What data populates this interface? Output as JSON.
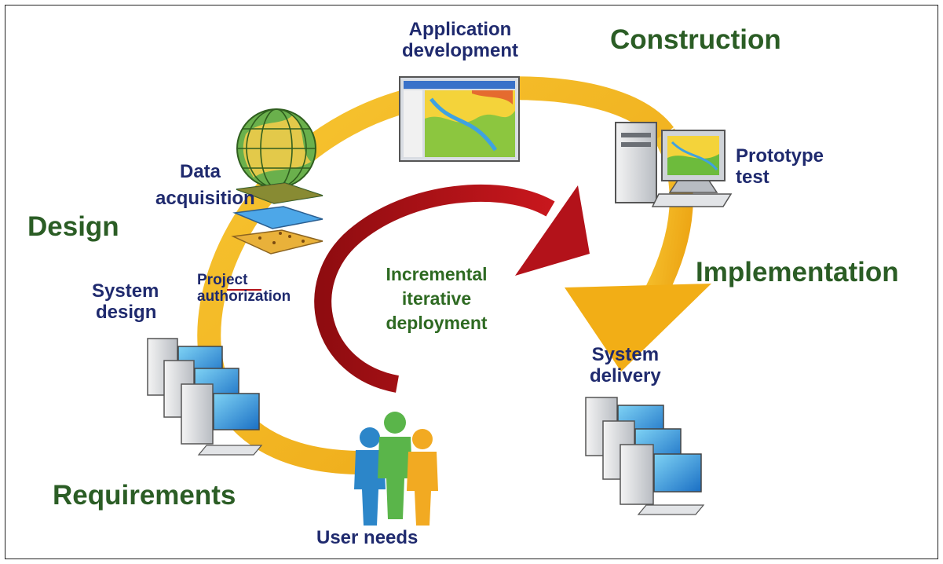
{
  "colors": {
    "phase_text": "#2b5d25",
    "task_text": "#1f2a6e",
    "cycle_arrow": "#f3b21b",
    "iteration_arrow": "#b3121a",
    "center_text": "#2e6a22"
  },
  "phases": {
    "construction": "Construction",
    "design": "Design",
    "implementation": "Implementation",
    "requirements": "Requirements"
  },
  "tasks": {
    "application_development": [
      "Application",
      "development"
    ],
    "prototype_test": [
      "Prototype",
      "test"
    ],
    "data_acquisition": [
      "Data",
      "acquisition"
    ],
    "project_authorization": [
      "Project",
      "authorization"
    ],
    "system_design": [
      "System",
      "design"
    ],
    "system_delivery": [
      "System",
      "delivery"
    ],
    "user_needs": "User needs"
  },
  "center": [
    "Incremental",
    "iterative",
    "deployment"
  ],
  "icons": {
    "globe": "globe-icon",
    "map_layers": "map-layers-icon",
    "application_window": "application-window-icon",
    "prototype_computer": "computer-icon",
    "system_design_computers": "computer-stack-icon",
    "system_delivery_computers": "computer-stack-icon",
    "users": "users-icon"
  }
}
